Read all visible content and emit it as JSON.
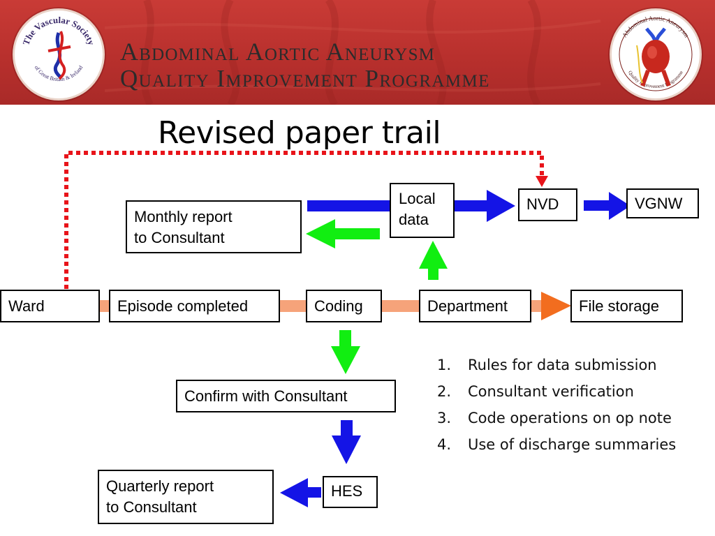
{
  "header": {
    "title": "Abdominal Aortic Aneurysm",
    "subtitle": "Quality Improvement Programme",
    "left_logo_text": "The Vascular Society of Great Britain & Ireland",
    "right_logo_text": "Abdominal Aortic Aneurysm Quality Improvement Programme"
  },
  "slide": {
    "title": "Revised paper trail"
  },
  "nodes": {
    "ward": "Ward",
    "episode": "Episode completed",
    "coding": "Coding",
    "department": "Department",
    "file_storage": "File storage",
    "monthly_line1": "Monthly report",
    "monthly_line2": "to Consultant",
    "local_line1": "Local",
    "local_line2": "data",
    "nvd": "NVD",
    "vgnw": "VGNW",
    "confirm": "Confirm with Consultant",
    "hes": "HES",
    "quarterly_line1": "Quarterly report",
    "quarterly_line2": "to Consultant"
  },
  "notes": [
    {
      "num": "1.",
      "text": "Rules for data submission"
    },
    {
      "num": "2.",
      "text": "Consultant verification"
    },
    {
      "num": "3.",
      "text": "Code operations on op note"
    },
    {
      "num": "4.",
      "text": "Use of discharge summaries"
    }
  ],
  "colors": {
    "banner_red": "#b8302d",
    "flow_orange": "#f26d1f",
    "flow_orange_light": "#f6a37a",
    "arrow_blue": "#1414e6",
    "arrow_green": "#11ee11",
    "dotted_red": "#e8141a"
  }
}
